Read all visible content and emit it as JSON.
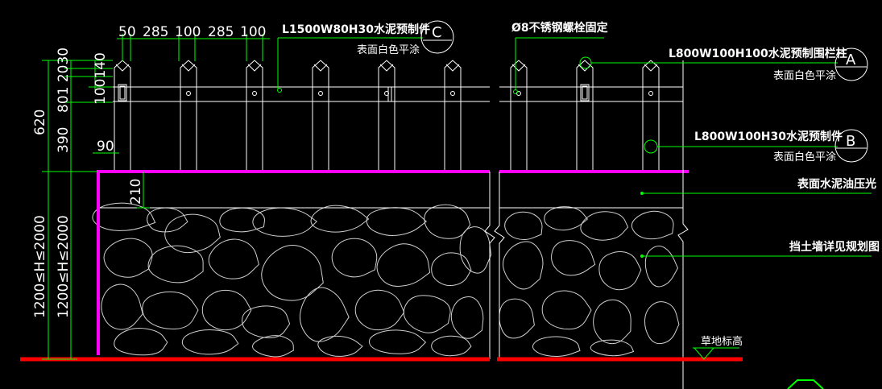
{
  "colors": {
    "background": "#000000",
    "fence": "#ffffff",
    "dimension": "#00ff00",
    "leader": "#00ff00",
    "ground_beam": "#ff00ff",
    "ground_line": "#ff0000",
    "stone": "#d0d0d0",
    "text": "#ffffff"
  },
  "dims_top": {
    "d1": "50",
    "d2": "285",
    "d3": "100",
    "d4": "285",
    "d5": "100"
  },
  "dims_left": {
    "total": "620",
    "lower": "390",
    "upper_stack": "801 2030",
    "rail_stack": "100140",
    "bottom_a": "1200≤H≤2000",
    "bottom_b": "1200≤H≤2000",
    "offset": "90",
    "beam": "210"
  },
  "callouts": {
    "c_spec": "L1500W80H30水泥预制件",
    "c_finish": "表面白色平涂",
    "c_tag": "C",
    "bolt": "Ø8不锈钢螺栓固定",
    "a_spec": "L800W100H100水泥预制围栏柱",
    "a_finish": "表面白色平涂",
    "a_tag": "A",
    "b_spec": "L800W100H30水泥预制件",
    "b_finish": "表面白色平涂",
    "b_tag": "B",
    "cement": "表面水泥油压光",
    "wall": "挡土墙详见规划图",
    "grass": "草地标高"
  }
}
